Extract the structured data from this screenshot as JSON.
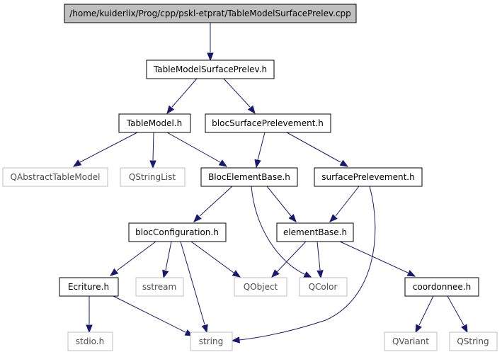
{
  "nodes": {
    "root": {
      "label": "/home/kuiderlix/Prog/cpp/pskl-etprat/TableModelSurfacePrelev.cpp",
      "kind": "root"
    },
    "tablemodelsurfaceprelev_h": {
      "label": "TableModelSurfacePrelev.h",
      "kind": "doc"
    },
    "tablemodel_h": {
      "label": "TableModel.h",
      "kind": "doc"
    },
    "blocsurfaceprelevement_h": {
      "label": "blocSurfacePrelevement.h",
      "kind": "doc"
    },
    "qabstracttablemodel": {
      "label": "QAbstractTableModel",
      "kind": "external"
    },
    "qstringlist": {
      "label": "QStringList",
      "kind": "external"
    },
    "blocelementbase_h": {
      "label": "BlocElementBase.h",
      "kind": "doc"
    },
    "surfaceprelevement_h": {
      "label": "surfacePrelevement.h",
      "kind": "doc"
    },
    "blocconfiguration_h": {
      "label": "blocConfiguration.h",
      "kind": "doc"
    },
    "elementbase_h": {
      "label": "elementBase.h",
      "kind": "doc"
    },
    "ecriture_h": {
      "label": "Ecriture.h",
      "kind": "doc"
    },
    "sstream": {
      "label": "sstream",
      "kind": "external"
    },
    "qobject": {
      "label": "QObject",
      "kind": "external"
    },
    "qcolor": {
      "label": "QColor",
      "kind": "external"
    },
    "coordonnee_h": {
      "label": "coordonnee.h",
      "kind": "doc"
    },
    "stdio_h": {
      "label": "stdio.h",
      "kind": "external"
    },
    "string": {
      "label": "string",
      "kind": "external"
    },
    "qvariant": {
      "label": "QVariant",
      "kind": "external"
    },
    "qstring": {
      "label": "QString",
      "kind": "external"
    }
  },
  "edges": [
    {
      "from": "root",
      "to": "tablemodelsurfaceprelev_h"
    },
    {
      "from": "tablemodelsurfaceprelev_h",
      "to": "tablemodel_h"
    },
    {
      "from": "tablemodelsurfaceprelev_h",
      "to": "blocsurfaceprelevement_h"
    },
    {
      "from": "tablemodel_h",
      "to": "qabstracttablemodel"
    },
    {
      "from": "tablemodel_h",
      "to": "qstringlist"
    },
    {
      "from": "tablemodel_h",
      "to": "blocelementbase_h"
    },
    {
      "from": "blocsurfaceprelevement_h",
      "to": "blocelementbase_h"
    },
    {
      "from": "blocsurfaceprelevement_h",
      "to": "surfaceprelevement_h"
    },
    {
      "from": "blocelementbase_h",
      "to": "blocconfiguration_h"
    },
    {
      "from": "blocelementbase_h",
      "to": "elementbase_h"
    },
    {
      "from": "blocelementbase_h",
      "to": "qcolor"
    },
    {
      "from": "surfaceprelevement_h",
      "to": "elementbase_h"
    },
    {
      "from": "surfaceprelevement_h",
      "to": "string"
    },
    {
      "from": "blocconfiguration_h",
      "to": "ecriture_h"
    },
    {
      "from": "blocconfiguration_h",
      "to": "sstream"
    },
    {
      "from": "blocconfiguration_h",
      "to": "qobject"
    },
    {
      "from": "blocconfiguration_h",
      "to": "string"
    },
    {
      "from": "elementbase_h",
      "to": "qobject"
    },
    {
      "from": "elementbase_h",
      "to": "qcolor"
    },
    {
      "from": "elementbase_h",
      "to": "coordonnee_h"
    },
    {
      "from": "ecriture_h",
      "to": "stdio_h"
    },
    {
      "from": "ecriture_h",
      "to": "string"
    },
    {
      "from": "coordonnee_h",
      "to": "qvariant"
    },
    {
      "from": "coordonnee_h",
      "to": "qstring"
    }
  ],
  "colors": {
    "edge": "#191970",
    "doc_border": "#000000",
    "external_border": "#bfbfbf",
    "external_text": "#4d4d4d",
    "root_fill": "#bfbfbf",
    "text": "#000000"
  }
}
